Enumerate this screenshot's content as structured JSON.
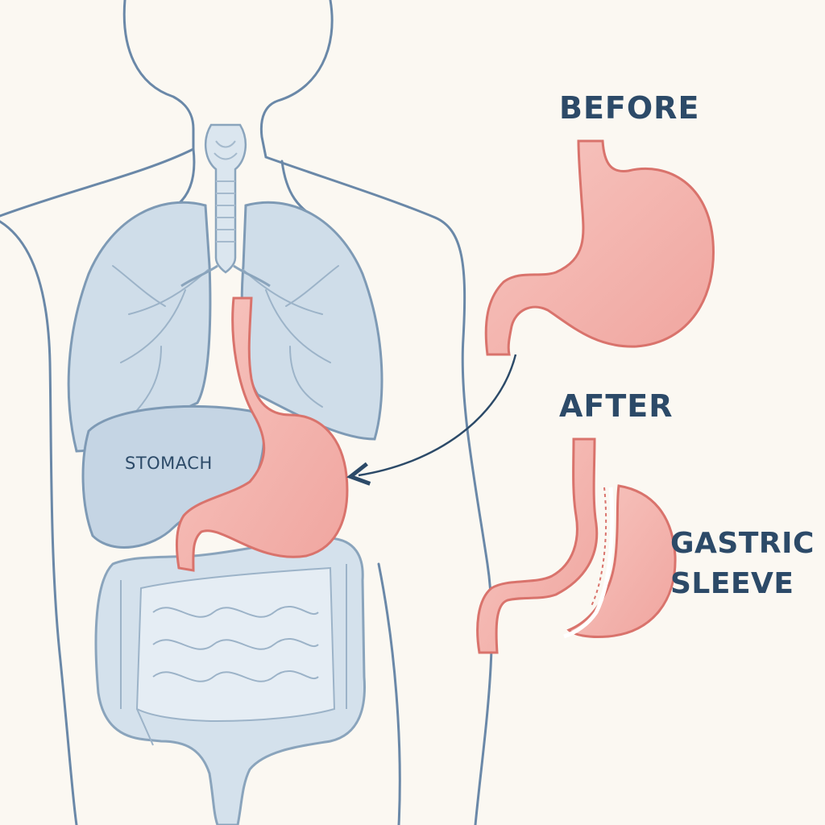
{
  "labels": {
    "before": "BEFORE",
    "after": "AFTER",
    "gastric_sleeve_line1": "GASTRIC",
    "gastric_sleeve_line2": "SLEEVE",
    "stomach": "STOMACH"
  },
  "colors": {
    "background": "#fbf8f2",
    "outline": "#5a7a9c",
    "organ_blue": "#cfdde9",
    "stomach_pink": "#f3b3ad",
    "stomach_outline": "#d9736c",
    "label_text": "#2c4a68"
  }
}
